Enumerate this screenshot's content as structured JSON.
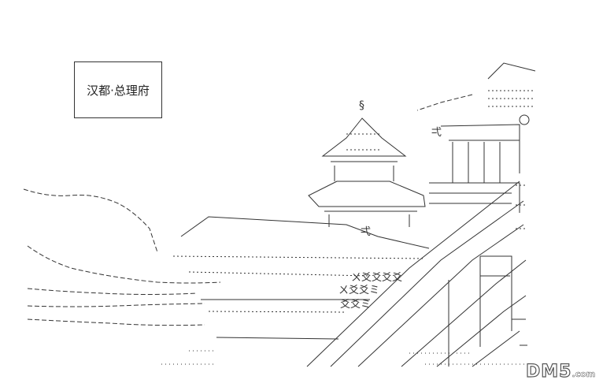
{
  "caption": {
    "text": "汉都·总理府"
  },
  "watermark": {
    "text": "DM5",
    "suffix": ".com"
  },
  "colors": {
    "ink": "#333333",
    "paper": "#ffffff"
  },
  "art_glyphs": {
    "pagoda_finial": "§",
    "wave_row_1": "ㄨ爻爻爻爻",
    "wave_row_2": "ㄨ爻爻ミ",
    "wave_row_3": "爻爻ミ",
    "roof_sign_1": "弌",
    "roof_sign_2": "弌"
  }
}
